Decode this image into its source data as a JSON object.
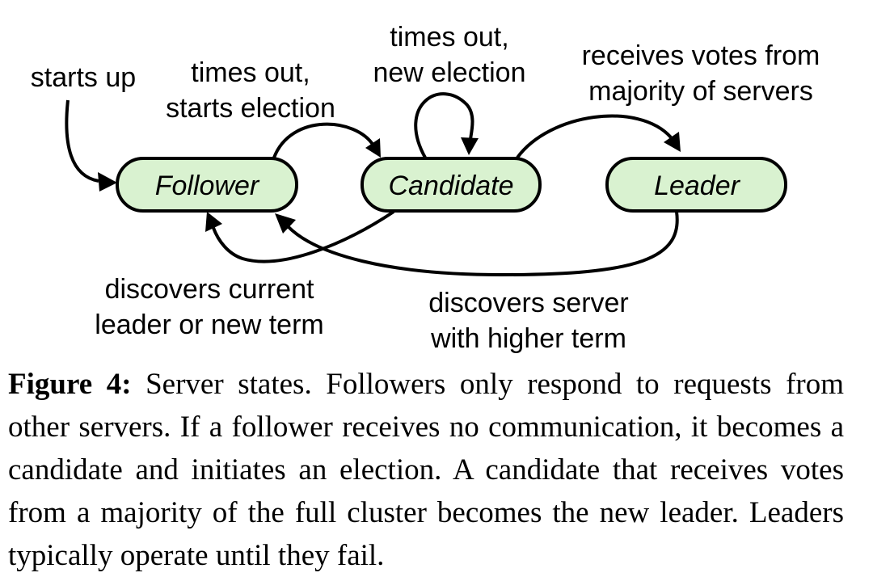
{
  "states": [
    {
      "id": "follower",
      "label": "Follower"
    },
    {
      "id": "candidate",
      "label": "Candidate"
    },
    {
      "id": "leader",
      "label": "Leader"
    }
  ],
  "transitions": {
    "starts_up": [
      "starts up"
    ],
    "follower_to_candidate": [
      "times out,",
      "starts election"
    ],
    "candidate_self": [
      "times out,",
      "new election"
    ],
    "candidate_to_leader": [
      "receives votes from",
      "majority of servers"
    ],
    "candidate_to_follower": [
      "discovers current",
      "leader or new term"
    ],
    "leader_to_follower": [
      "discovers server",
      "with higher term"
    ]
  },
  "caption": {
    "label": "Figure 4:",
    "text": "Server states. Followers only respond to requests from other servers. If a follower receives no communication, it becomes a candidate and initiates an election. A candidate that receives votes from a majority of the full cluster becomes the new leader. Leaders typically operate until they fail."
  },
  "colors": {
    "state_fill": "#d9f2d0",
    "stroke": "#000000"
  }
}
